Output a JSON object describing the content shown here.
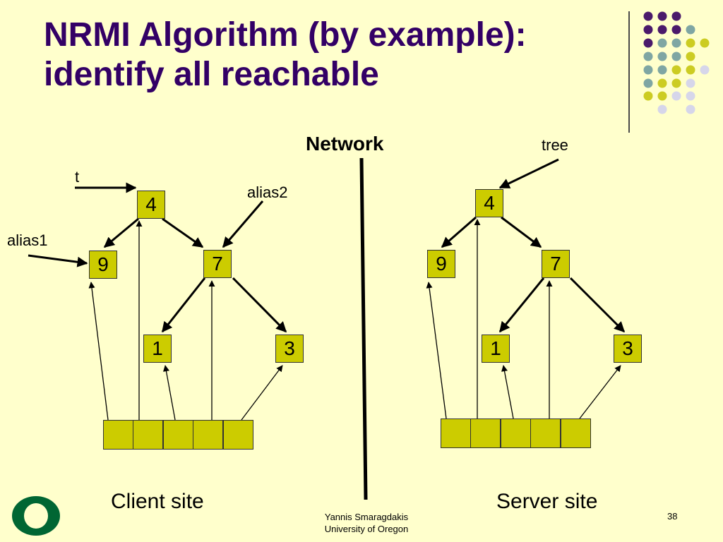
{
  "title": {
    "line1": "NRMI Algorithm (by example):",
    "line2": "identify all reachable"
  },
  "network_label": "Network",
  "client": {
    "site_label": "Client site",
    "pointer_t": "t",
    "pointer_alias1": "alias1",
    "pointer_alias2": "alias2",
    "nodes": {
      "root": "4",
      "left": "9",
      "mid": "7",
      "leaf_left": "1",
      "leaf_right": "3"
    }
  },
  "server": {
    "site_label": "Server site",
    "pointer_tree": "tree",
    "nodes": {
      "root": "4",
      "left": "9",
      "mid": "7",
      "leaf_left": "1",
      "leaf_right": "3"
    }
  },
  "footer": {
    "author": "Yannis Smaragdakis",
    "affiliation": "University of Oregon",
    "page_number": "38"
  },
  "logo": {
    "letter": "O",
    "color": "#006633"
  },
  "colors": {
    "title": "#330066",
    "background": "#ffffcc",
    "node_fill": "#cccc00",
    "dot_purple": "#4b1a6b",
    "dot_teal": "#7fa6a3",
    "dot_yellow": "#cccc22",
    "dot_lavender": "#d6d6ea"
  }
}
